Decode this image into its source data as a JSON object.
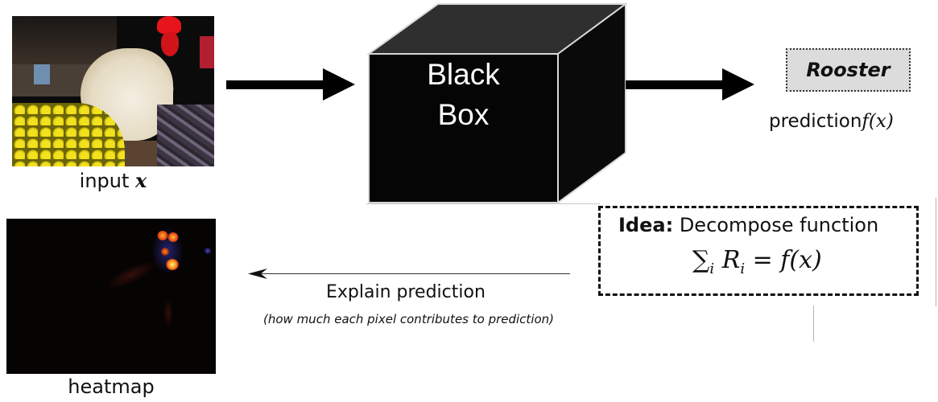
{
  "input": {
    "image_description": "rooster among yellow flowers",
    "caption_prefix": "input ",
    "caption_var": "x"
  },
  "model": {
    "label_line1": "Black",
    "label_line2": "Box"
  },
  "prediction": {
    "label": "Rooster",
    "caption_prefix": "prediction",
    "caption_func": "f(x)"
  },
  "idea": {
    "bold": "Idea:",
    "text": " Decompose function",
    "formula_sum": "∑",
    "formula_index": "i",
    "formula_term": "R",
    "formula_term_index": "i",
    "formula_rhs": " = f(x)"
  },
  "heatmap": {
    "caption": "heatmap"
  },
  "explain": {
    "label": "Explain prediction",
    "sublabel": "(how much each pixel contributes to prediction)"
  },
  "icons": {
    "forward_arrow": "arrow-right",
    "back_arrow": "arrow-left"
  }
}
